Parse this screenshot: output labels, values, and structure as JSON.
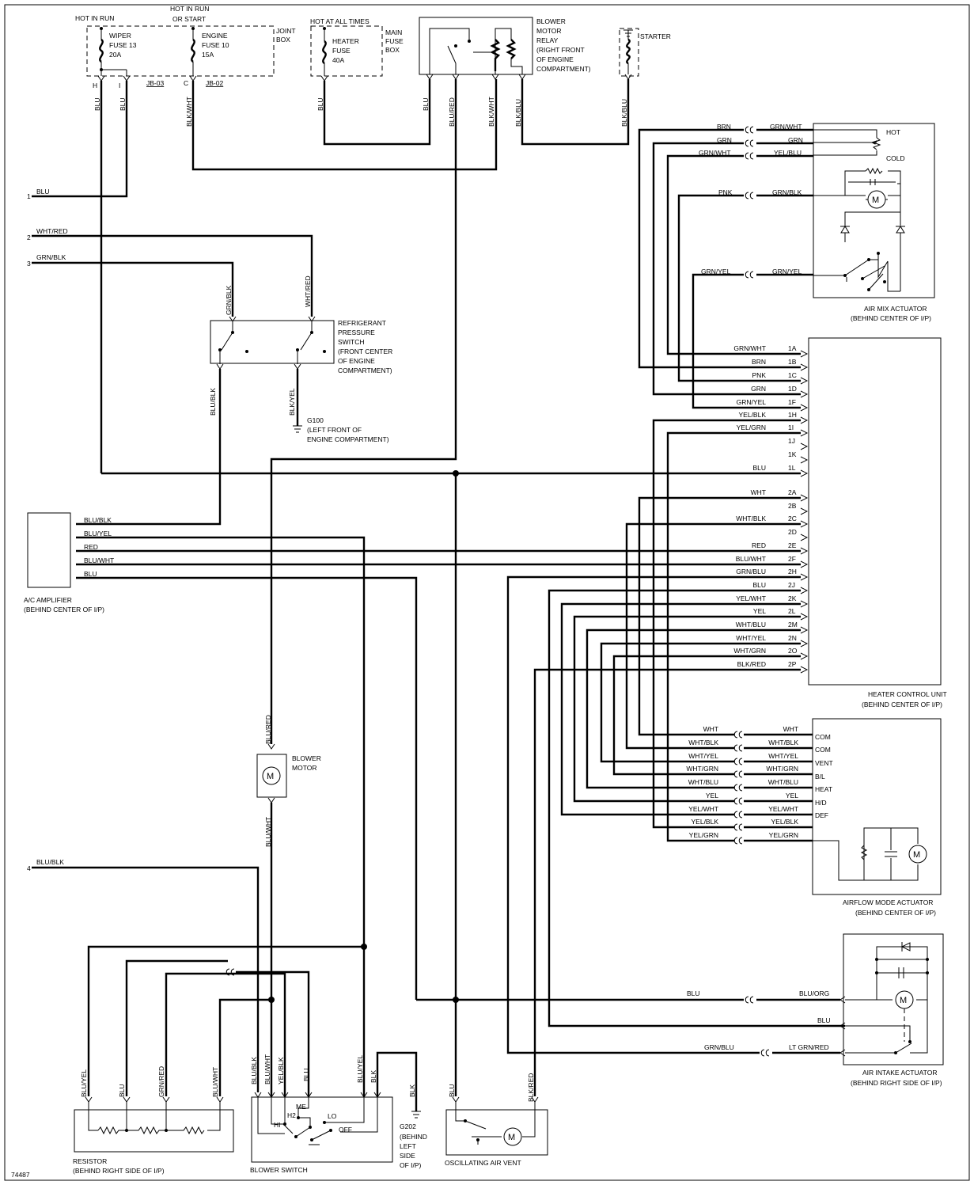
{
  "header": {
    "hot_in_run": "HOT IN RUN",
    "hot_in_run_or_start": [
      "HOT IN RUN",
      "OR START"
    ],
    "hot_at_all_times": "HOT AT ALL TIMES"
  },
  "joint_box": {
    "label": [
      "JOINT",
      "BOX"
    ],
    "wiper_fuse": [
      "WIPER",
      "FUSE 13",
      "20A"
    ],
    "engine_fuse": [
      "ENGINE",
      "FUSE 10",
      "15A"
    ],
    "pin_h": "H",
    "pin_i": "I",
    "pin_c": "C",
    "jb03": "JB-03",
    "jb02": "JB-02"
  },
  "main_fuse_box": {
    "label": [
      "MAIN",
      "FUSE",
      "BOX"
    ],
    "heater_fuse": [
      "HEATER",
      "FUSE",
      "40A"
    ]
  },
  "blower_motor_relay": {
    "label": [
      "BLOWER",
      "MOTOR",
      "RELAY",
      "(RIGHT FRONT",
      "OF ENGINE",
      "COMPARTMENT)"
    ]
  },
  "starter": {
    "label": "STARTER"
  },
  "left_refs": [
    {
      "num": "1",
      "wire": "BLU"
    },
    {
      "num": "2",
      "wire": "WHT/RED"
    },
    {
      "num": "3",
      "wire": "GRN/BLK"
    },
    {
      "num": "4",
      "wire": "BLU/BLK"
    }
  ],
  "refrigerant_switch": {
    "label": [
      "REFRIGERANT",
      "PRESSURE",
      "SWITCH",
      "(FRONT CENTER",
      "OF ENGINE",
      "COMPARTMENT)"
    ]
  },
  "g100": [
    "G100",
    "(LEFT FRONT OF",
    "ENGINE COMPARTMENT)"
  ],
  "ac_amplifier": {
    "label": [
      "A/C AMPLIFIER",
      "(BEHIND CENTER OF I/P)"
    ],
    "wires": [
      "BLU/BLK",
      "BLU/YEL",
      "RED",
      "BLU/WHT",
      "BLU"
    ]
  },
  "air_mix_actuator": {
    "label": [
      "AIR MIX ACTUATOR",
      "(BEHIND CENTER OF I/P)"
    ],
    "hot": "HOT",
    "cold": "COLD",
    "left_wires": [
      "BRN",
      "GRN",
      "GRN/WHT",
      "PNK",
      "GRN/YEL"
    ],
    "right_wires": [
      "GRN/WHT",
      "GRN",
      "YEL/BLU",
      "GRN/BLK",
      "GRN/YEL"
    ]
  },
  "heater_control_unit": {
    "label": [
      "HEATER CONTROL UNIT",
      "(BEHIND CENTER OF I/P)"
    ],
    "pins": [
      {
        "pin": "1A",
        "wire": "GRN/WHT"
      },
      {
        "pin": "1B",
        "wire": "BRN"
      },
      {
        "pin": "1C",
        "wire": "PNK"
      },
      {
        "pin": "1D",
        "wire": "GRN"
      },
      {
        "pin": "1F",
        "wire": "GRN/YEL"
      },
      {
        "pin": "1H",
        "wire": "YEL/BLK"
      },
      {
        "pin": "1I",
        "wire": "YEL/GRN"
      },
      {
        "pin": "1J",
        "wire": ""
      },
      {
        "pin": "1K",
        "wire": ""
      },
      {
        "pin": "1L",
        "wire": "BLU"
      },
      {
        "pin": "2A",
        "wire": "WHT"
      },
      {
        "pin": "2B",
        "wire": ""
      },
      {
        "pin": "2C",
        "wire": "WHT/BLK"
      },
      {
        "pin": "2D",
        "wire": ""
      },
      {
        "pin": "2E",
        "wire": "RED"
      },
      {
        "pin": "2F",
        "wire": "BLU/WHT"
      },
      {
        "pin": "2H",
        "wire": "GRN/BLU"
      },
      {
        "pin": "2J",
        "wire": "BLU"
      },
      {
        "pin": "2K",
        "wire": "YEL/WHT"
      },
      {
        "pin": "2L",
        "wire": "YEL"
      },
      {
        "pin": "2M",
        "wire": "WHT/BLU"
      },
      {
        "pin": "2N",
        "wire": "WHT/YEL"
      },
      {
        "pin": "2O",
        "wire": "WHT/GRN"
      },
      {
        "pin": "2P",
        "wire": "BLK/RED"
      }
    ]
  },
  "airflow_mode_actuator": {
    "label": [
      "AIRFLOW MODE ACTUATOR",
      "(BEHIND CENTER OF I/P)"
    ],
    "left_wires": [
      "WHT",
      "WHT/BLK",
      "WHT/YEL",
      "WHT/GRN",
      "WHT/BLU",
      "YEL",
      "YEL/WHT",
      "YEL/BLK",
      "YEL/GRN"
    ],
    "right_wires": [
      "WHT",
      "WHT/BLK",
      "WHT/YEL",
      "WHT/GRN",
      "WHT/BLU",
      "YEL",
      "YEL/WHT",
      "YEL/BLK",
      "YEL/GRN"
    ],
    "modes": [
      "COM",
      "COM",
      "VENT",
      "B/L",
      "HEAT",
      "H/D",
      "DEF"
    ]
  },
  "air_intake_actuator": {
    "label": [
      "AIR INTAKE ACTUATOR",
      "(BEHIND RIGHT SIDE OF I/P)"
    ],
    "left_wires": [
      "BLU",
      "GRN/BLU"
    ],
    "right_wires": [
      "BLU/ORG",
      "BLU",
      "LT GRN/RED"
    ]
  },
  "blower_motor": {
    "label": [
      "BLOWER",
      "MOTOR"
    ],
    "motor": "M"
  },
  "resistor": {
    "label": [
      "RESISTOR",
      "(BEHIND RIGHT SIDE OF I/P)"
    ],
    "wires": [
      "BLU/YEL",
      "BLU",
      "GRN/RED",
      "BLU/WHT"
    ]
  },
  "blower_switch": {
    "label": "BLOWER SWITCH",
    "wires": [
      "BLU/BLK",
      "BLU/WHT",
      "YEL/BLK",
      "BLU",
      "BLU/YEL",
      "BLK"
    ],
    "positions": [
      "HI",
      "H2",
      "ME",
      "LO",
      "OFF"
    ]
  },
  "g202": {
    "wire": "BLK",
    "label": [
      "G202",
      "(BEHIND",
      "LEFT",
      "SIDE",
      "OF I/P)"
    ]
  },
  "oscillating_vent": {
    "label": "OSCILLATING AIR VENT",
    "wires": [
      "BLU",
      "BLK/RED"
    ]
  },
  "wire_labels": {
    "blu": "BLU",
    "blu_red": "BLU/RED",
    "blk_wht": "BLK/WHT",
    "blk_blu": "BLK/BLU",
    "grn_blk": "GRN/BLK",
    "wht_red": "WHT/RED",
    "blu_blk": "BLU/BLK",
    "blk_yel": "BLK/YEL",
    "blu_wht": "BLU/WHT"
  },
  "figure_id": "74487"
}
